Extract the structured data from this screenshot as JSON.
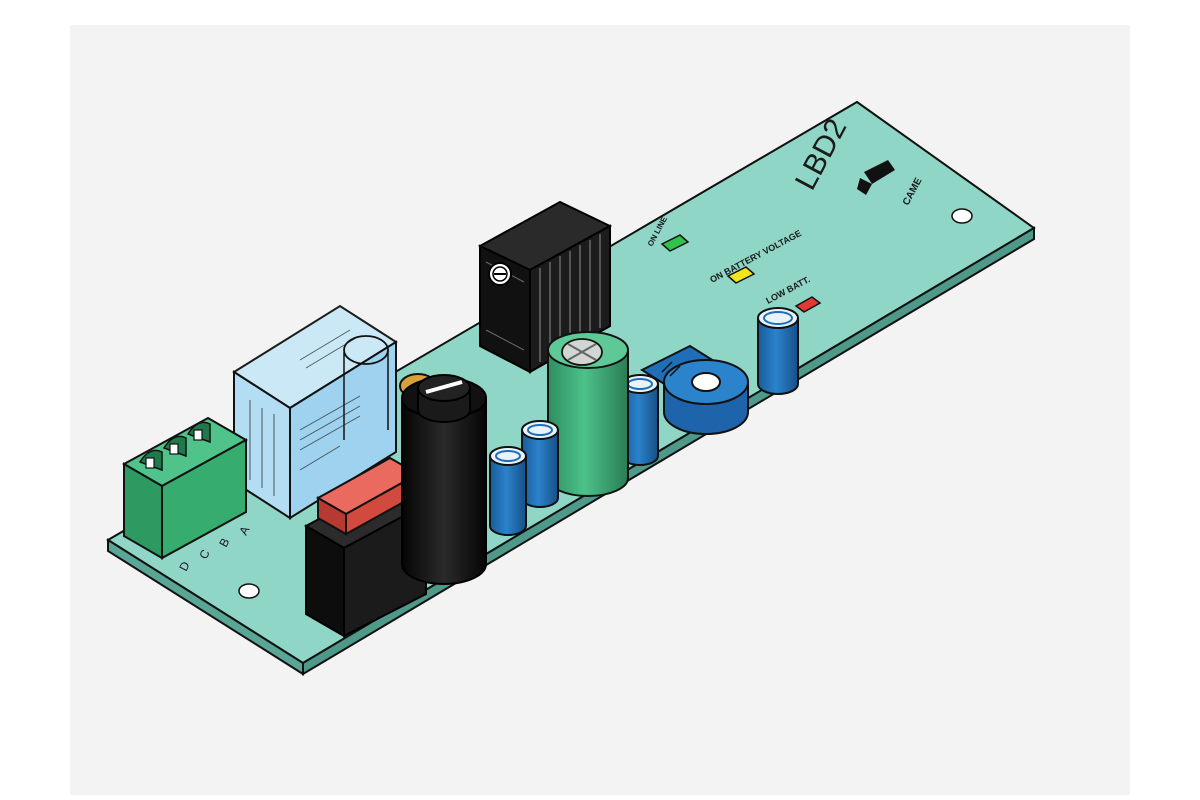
{
  "board": {
    "model": "LBD2",
    "logo": "CAME",
    "leds": {
      "on_line": "ON LINE",
      "on_battery": "ON BATTERY VOLTAGE",
      "low_batt": "LOW BATT."
    },
    "connector_pins": [
      "D",
      "C",
      "B",
      "A"
    ],
    "colors": {
      "pcb": "#7ccdbb",
      "led_green": "#2ec34a",
      "led_yellow": "#f2e51c",
      "led_red": "#e03a32",
      "capacitor_blue": "#1f6fb8",
      "capacitor_green": "#3fae7a",
      "relay": "#a9d9f0",
      "terminal": "#33a867",
      "fuse_cap": "#d9483b"
    }
  }
}
